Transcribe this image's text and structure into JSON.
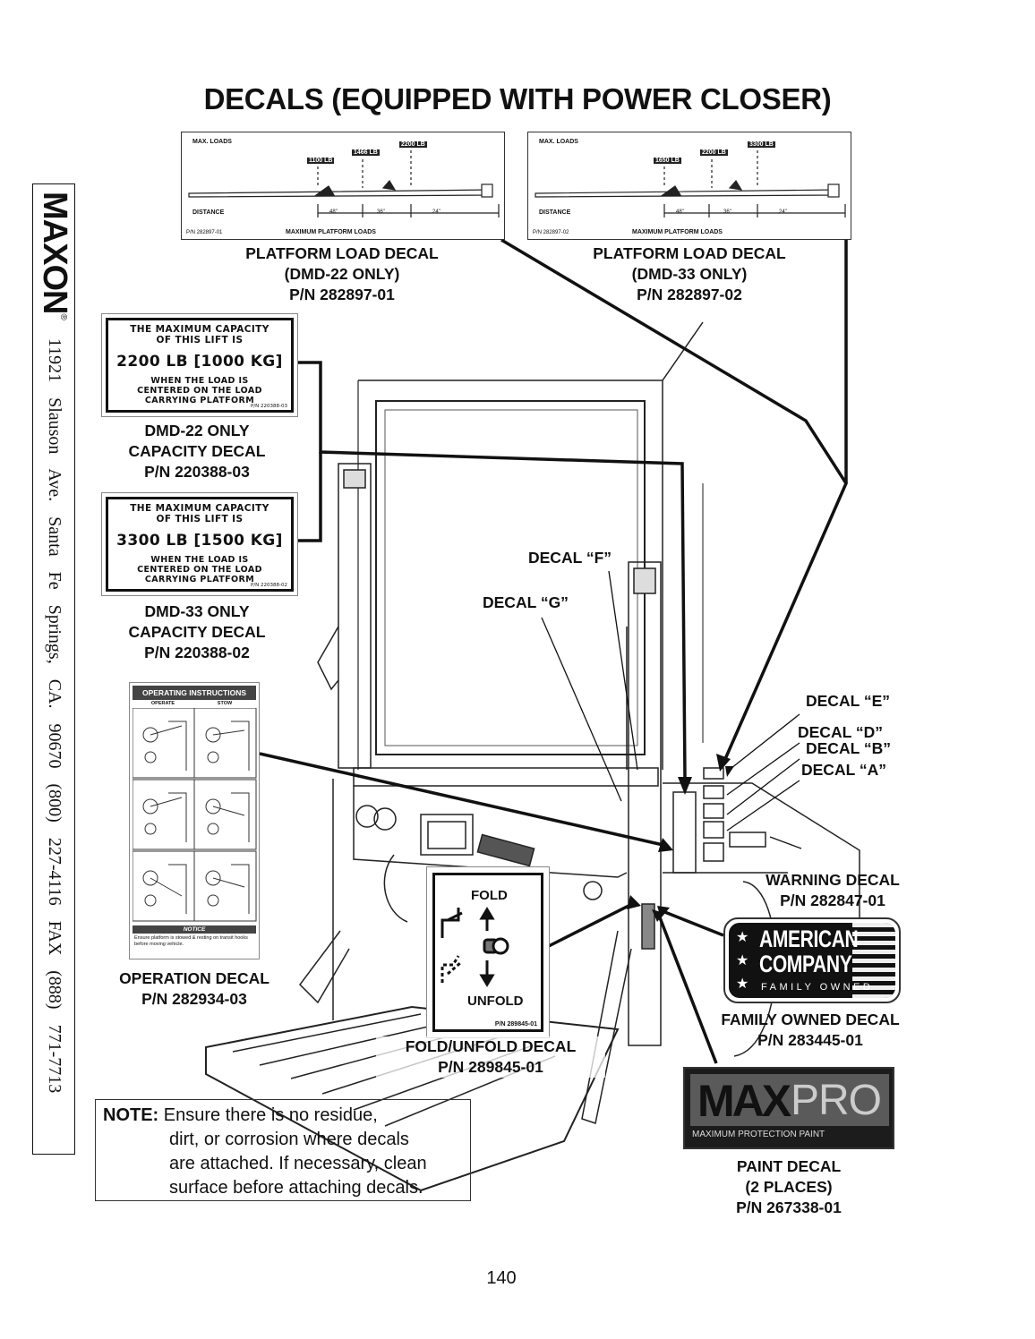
{
  "page": {
    "title": "DECALS (EQUIPPED WITH POWER CLOSER)",
    "page_number": "140"
  },
  "sidebar": {
    "brand": "MAXON",
    "registered": "®",
    "address": "11921 Slauson Ave.  Santa Fe Springs, CA.  90670  (800) 227-4116  FAX (888) 771-7713"
  },
  "platform_decal_22": {
    "max_loads": "MAX. LOADS",
    "load1": "1100 LB",
    "load2": "1466 LB",
    "load3": "2200 LB",
    "distance": "DISTANCE",
    "d1": "48\"",
    "d2": "36\"",
    "d3": "24\"",
    "footer": "MAXIMUM PLATFORM LOADS",
    "pn_small": "P/N 282897-01",
    "caption1": "PLATFORM LOAD DECAL",
    "caption2": "(DMD-22 ONLY)",
    "caption3": "P/N 282897-01"
  },
  "platform_decal_33": {
    "max_loads": "MAX. LOADS",
    "load1": "1650 LB",
    "load2": "2200 LB",
    "load3": "3300 LB",
    "distance": "DISTANCE",
    "d1": "48\"",
    "d2": "36\"",
    "d3": "24\"",
    "footer": "MAXIMUM PLATFORM LOADS",
    "pn_small": "P/N 282897-02",
    "caption1": "PLATFORM LOAD DECAL",
    "caption2": "(DMD-33 ONLY)",
    "caption3": "P/N 282897-02"
  },
  "capacity_22": {
    "line1": "THE MAXIMUM CAPACITY",
    "line2": "OF THIS LIFT IS",
    "value": "2200 LB [1000 KG]",
    "line3": "WHEN THE LOAD IS",
    "line4": "CENTERED ON THE LOAD",
    "line5": "CARRYING PLATFORM",
    "pn_small": "P/N 220388-03",
    "caption1": "DMD-22 ONLY",
    "caption2": "CAPACITY DECAL",
    "caption3": "P/N 220388-03"
  },
  "capacity_33": {
    "line1": "THE MAXIMUM CAPACITY",
    "line2": "OF THIS LIFT IS",
    "value": "3300 LB [1500 KG]",
    "line3": "WHEN THE LOAD IS",
    "line4": "CENTERED ON THE LOAD",
    "line5": "CARRYING PLATFORM",
    "pn_small": "P/N 220388-02",
    "caption1": "DMD-33 ONLY",
    "caption2": "CAPACITY DECAL",
    "caption3": "P/N 220388-02"
  },
  "operation_decal": {
    "header": "OPERATING INSTRUCTIONS",
    "col1": "OPERATE",
    "col2": "STOW",
    "notice": "NOTICE",
    "notice_text": "Ensure platform is stowed & resting on transit hooks before moving vehicle.",
    "caption1": "OPERATION DECAL",
    "caption2": "P/N 282934-03"
  },
  "fold_decal": {
    "fold": "FOLD",
    "unfold": "UNFOLD",
    "pn_small": "P/N 289845-01",
    "caption1": "FOLD/UNFOLD DECAL",
    "caption2": "P/N 289845-01"
  },
  "callouts": {
    "f": "DECAL “F”",
    "g": "DECAL “G”",
    "e": "DECAL “E”",
    "d": "DECAL “D”",
    "b": "DECAL “B”",
    "a": "DECAL “A”"
  },
  "warning_decal": {
    "caption1": "WARNING DECAL",
    "caption2": "P/N 282847-01"
  },
  "family_decal": {
    "line1": "AMERICAN",
    "line2": "COMPANY",
    "line3": "FAMILY OWNED",
    "caption1": "FAMILY OWNED DECAL",
    "caption2": "P/N 283445-01"
  },
  "paint_decal": {
    "max": "MAX",
    "pro": "PRO",
    "sub": "MAXIMUM PROTECTION PAINT",
    "caption1": "PAINT DECAL",
    "caption2": "(2 PLACES)",
    "caption3": "P/N 267338-01"
  },
  "note": {
    "label": "NOTE:",
    "line1": "Ensure there is no residue,",
    "line2": "dirt, or corrosion where decals",
    "line3": "are attached. If necessary, clean",
    "line4": "surface before attaching decals."
  },
  "colors": {
    "ink": "#111111",
    "decal_dark": "#2a2a2a",
    "decal_gray": "#555555"
  }
}
